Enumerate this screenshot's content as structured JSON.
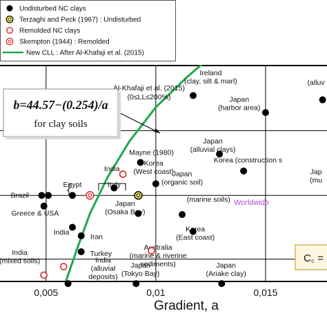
{
  "chart_data": {
    "type": "scatter",
    "xlabel": "Gradient, a",
    "xlim": [
      0.0029,
      0.0178
    ],
    "ylim": [
      0,
      10
    ],
    "x_ticks": [
      {
        "value": 0.005,
        "label": "0,005"
      },
      {
        "value": 0.01,
        "label": "0,01"
      },
      {
        "value": 0.015,
        "label": "0,015"
      }
    ],
    "legend": [
      {
        "label": "Undisturbed NC clays",
        "marker": "filled-circle"
      },
      {
        "label": "Terzaghi and Peck (1967) : Undisturbed",
        "marker": "yellow-ring"
      },
      {
        "label": "Remolded NC clays",
        "marker": "open-circle"
      },
      {
        "label": "Skempton (1944) : Remolded",
        "marker": "double-ring"
      },
      {
        "label": "New CLL : After Al-Khafaji et al. (2015)",
        "marker": "green-line"
      }
    ],
    "equation": {
      "line1": "b=44.57−(0.254)/a",
      "line2": "for clay soils"
    },
    "curve_label": "Al-Khafaji et al. (2015)\n(0≤LL≤200%)",
    "worldwide_label": "Worldwide",
    "cc_box_text": "C꜀ =",
    "curve": [
      {
        "x": 0.0059,
        "y": 0.0
      },
      {
        "x": 0.0064,
        "y": 1.5
      },
      {
        "x": 0.007,
        "y": 3.2
      },
      {
        "x": 0.0078,
        "y": 4.9
      },
      {
        "x": 0.0088,
        "y": 6.6
      },
      {
        "x": 0.01,
        "y": 8.2
      },
      {
        "x": 0.0114,
        "y": 9.6
      },
      {
        "x": 0.0123,
        "y": 10.4
      }
    ],
    "points": [
      {
        "x": 0.0051,
        "y": 4.05,
        "kind": "filled"
      },
      {
        "x": 0.0049,
        "y": 3.55,
        "kind": "filled"
      },
      {
        "x": 0.0048,
        "y": 4.05,
        "kind": "filled"
      },
      {
        "x": 0.0062,
        "y": 4.05,
        "kind": "filled"
      },
      {
        "x": 0.007,
        "y": 4.05,
        "kind": "double-ring"
      },
      {
        "x": 0.0081,
        "y": 4.4,
        "kind": "filled"
      },
      {
        "x": 0.0092,
        "y": 4.05,
        "kind": "yellow-ring"
      },
      {
        "x": 0.0085,
        "y": 5.05,
        "kind": "open"
      },
      {
        "x": 0.0093,
        "y": 5.6,
        "kind": "filled"
      },
      {
        "x": 0.01,
        "y": 4.6,
        "kind": "filled"
      },
      {
        "x": 0.0092,
        "y": 3.2,
        "kind": "filled"
      },
      {
        "x": 0.0066,
        "y": 2.15,
        "kind": "filled"
      },
      {
        "x": 0.0062,
        "y": 2.55,
        "kind": "filled"
      },
      {
        "x": 0.0066,
        "y": 1.4,
        "kind": "filled"
      },
      {
        "x": 0.0058,
        "y": 0.7,
        "kind": "open"
      },
      {
        "x": 0.0049,
        "y": 0.3,
        "kind": "open"
      },
      {
        "x": 0.006,
        "y": -0.1,
        "kind": "filled"
      },
      {
        "x": 0.0091,
        "y": -0.1,
        "kind": "filled"
      },
      {
        "x": 0.0098,
        "y": 1.45,
        "kind": "open"
      },
      {
        "x": 0.0117,
        "y": 2.35,
        "kind": "filled"
      },
      {
        "x": 0.0112,
        "y": 3.15,
        "kind": "filled"
      },
      {
        "x": 0.013,
        "y": -0.1,
        "kind": "filled"
      },
      {
        "x": 0.0129,
        "y": 6.0,
        "kind": "filled"
      },
      {
        "x": 0.014,
        "y": 5.2,
        "kind": "filled"
      },
      {
        "x": 0.0117,
        "y": 8.75,
        "kind": "filled"
      },
      {
        "x": 0.015,
        "y": 7.95,
        "kind": "filled"
      },
      {
        "x": 0.0176,
        "y": 8.55,
        "kind": "filled"
      }
    ],
    "annotations": [
      {
        "text": "Brazil",
        "x": 0.0038,
        "y": 3.95
      },
      {
        "text": "Greece & USA",
        "x": 0.0045,
        "y": 3.1
      },
      {
        "text": "Egypt",
        "x": 0.0062,
        "y": 4.45
      },
      {
        "text": "Italy",
        "x": 0.0081,
        "y": 4.45
      },
      {
        "text": "India",
        "x": 0.008,
        "y": 5.2
      },
      {
        "text": "Mayne (1980)",
        "x": 0.0098,
        "y": 5.95
      },
      {
        "text": "Korea\n(West coast)",
        "x": 0.0099,
        "y": 5.45
      },
      {
        "text": "Japan\n(organic soil)",
        "x": 0.0112,
        "y": 4.95
      },
      {
        "text": "Japan\n(Osaka Bay)",
        "x": 0.0086,
        "y": 3.55
      },
      {
        "text": "India",
        "x": 0.0057,
        "y": 2.2
      },
      {
        "text": "Iran",
        "x": 0.0073,
        "y": 2.0
      },
      {
        "text": "Turkey",
        "x": 0.0075,
        "y": 1.2
      },
      {
        "text": "India\n(alluvial\ndeposits)",
        "x": 0.0076,
        "y": 0.9
      },
      {
        "text": "India\n(mixed soils)",
        "x": 0.0038,
        "y": 1.25
      },
      {
        "text": "Japan\n(Tokyo Bay)",
        "x": 0.0093,
        "y": 0.65
      },
      {
        "text": "Australia\n(marine & riverine\nsediments)",
        "x": 0.0101,
        "y": 1.5
      },
      {
        "text": "Japan\n(Ariake clay)",
        "x": 0.0132,
        "y": 0.65
      },
      {
        "text": "Korea\n(East coast)",
        "x": 0.0118,
        "y": 2.35
      },
      {
        "text": "(marine soils)",
        "x": 0.0124,
        "y": 3.75
      },
      {
        "text": "Japan\n(alluvial clays)",
        "x": 0.0126,
        "y": 6.5
      },
      {
        "text": "Korea (construction s",
        "x": 0.0142,
        "y": 5.6
      },
      {
        "text": "Ireland\n(clay, silt & marl)",
        "x": 0.0125,
        "y": 9.7
      },
      {
        "text": "Japan\n(harbor area)",
        "x": 0.0138,
        "y": 8.45
      },
      {
        "text": "(alluv",
        "x": 0.0173,
        "y": 9.25
      },
      {
        "text": "Jap\n(mu",
        "x": 0.0173,
        "y": 5.05
      }
    ]
  }
}
